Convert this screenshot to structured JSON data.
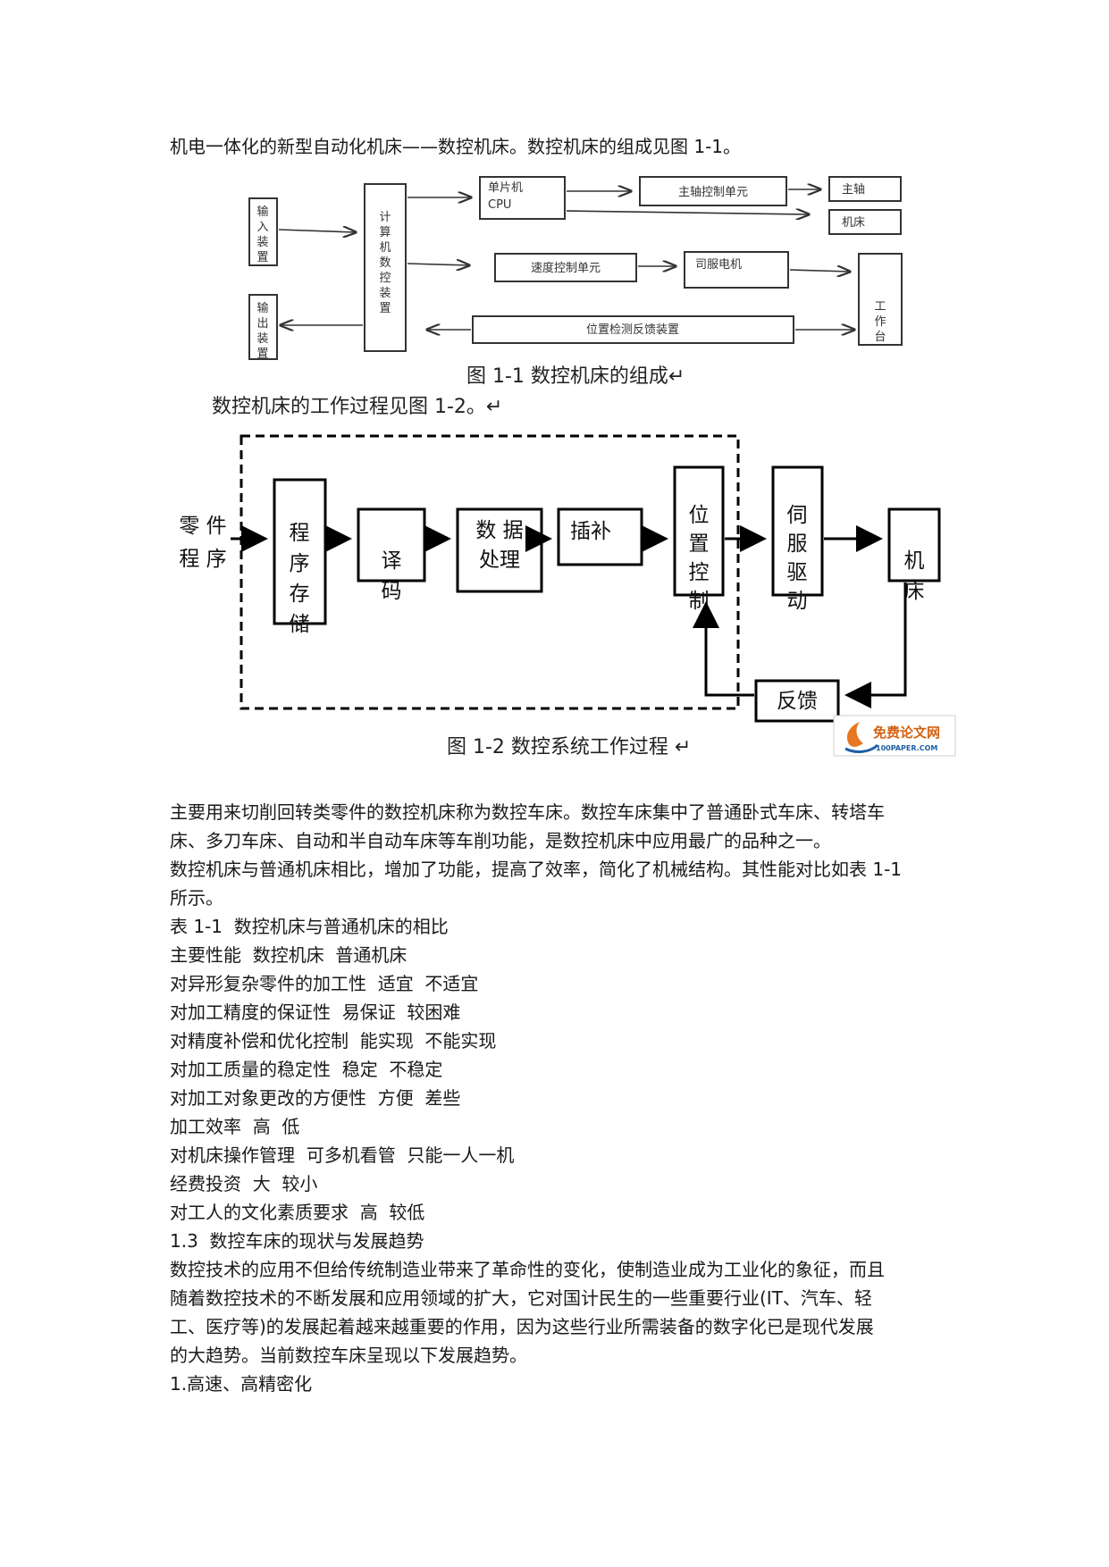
{
  "intro_line": "机电一体化的新型自动化机床——数控机床。数控机床的组成见图 1-1。",
  "fig1": {
    "input_device": "输入装置",
    "output_device": "输出装置",
    "cnc_device": "计算机数控装置",
    "mcu_line1": "单片机",
    "mcu_line2": "CPU",
    "spindle_control": "主轴控制单元",
    "spindle": "主轴",
    "machine": "机床",
    "speed_control": "速度控制单元",
    "servo_motor": "司服电机",
    "worktable": "工作台",
    "position_feedback": "位置检测反馈装置",
    "caption": "图 1-1 数控机床的组成↵"
  },
  "fig2_intro": "数控机床的工作过程见图 1-2。↵",
  "fig2": {
    "part_program_l1": "零 件",
    "part_program_l2": "程 序",
    "program_storage": "程序存储",
    "decode": "译码",
    "data_proc_l1": "数 据",
    "data_proc_l2": "处理",
    "interpolation": "插补",
    "position_control": "位置控制",
    "servo_drive": "伺服驱动",
    "machine": "机床",
    "feedback": "反馈",
    "caption": "图 1-2 数控系统工作过程 ↵",
    "logo_main": "免费论文网",
    "logo_sub": "100PAPER.COM"
  },
  "paragraphs": [
    "主要用来切削回转类零件的数控机床称为数控车床。数控车床集中了普通卧式车床、转塔车\n床、多刀车床、自动和半自动车床等车削功能，是数控机床中应用最广的品种之一。",
    "数控机床与普通机床相比，增加了功能，提高了效率，简化了机械结构。其性能对比如表 1-1\n所示。",
    "表 1-1  数控机床与普通机床的相比",
    "主要性能  数控机床  普通机床",
    "对异形复杂零件的加工性  适宜  不适宜",
    "对加工精度的保证性  易保证  较困难",
    "对精度补偿和优化控制  能实现  不能实现",
    "对加工质量的稳定性  稳定  不稳定",
    "对加工对象更改的方便性  方便  差些",
    "加工效率  高  低",
    "对机床操作管理  可多机看管  只能一人一机",
    "经费投资  大  较小",
    "对工人的文化素质要求  高  较低",
    "1.3  数控车床的现状与发展趋势",
    "数控技术的应用不但给传统制造业带来了革命性的变化，使制造业成为工业化的象征，而且\n随着数控技术的不断发展和应用领域的扩大，它对国计民生的一些重要行业(IT、汽车、轻\n工、医疗等)的发展起着越来越重要的作用，因为这些行业所需装备的数字化已是现代发展\n的大趋势。当前数控车床呈现以下发展趋势。",
    "1.高速、高精密化"
  ]
}
